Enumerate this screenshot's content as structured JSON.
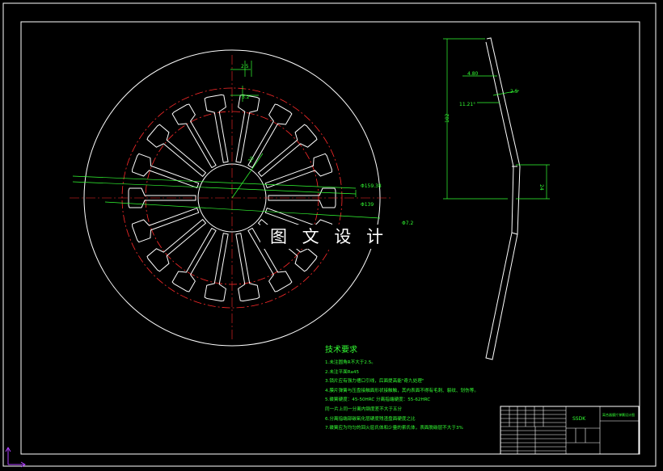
{
  "watermark": "图 文 设 计",
  "dimensions": {
    "d_slot_top": "2.5",
    "d_slot_width": "3.2",
    "d_angle": "30",
    "d_inner_circle": "Φ159.38",
    "d_hub": "Φ139",
    "d_outer": "Φ7.2",
    "s_radial": "4.80",
    "s_thickness": "2.5",
    "s_angle": "11.21°",
    "s_height": "102",
    "s_hub_height": "24"
  },
  "tech_requirements": {
    "heading": "技术要求",
    "items": [
      "1.未注圆角R不大于2.5。",
      "2.未注平面Ra45",
      "3.锁片应有强力槽口引线，后面提高能\"奇九处理\"",
      "4.膜片弹簧与压盘接触面形状接触触，其内表面不得有毛刺、裂纹、划伤等。",
      "5.碟簧硬度：45-50HRC    分离指端硬度：55-62HRC",
      "同一片上同一分离内钢度差不大于五分",
      "6.分离指端部碳氧化层硬度残渣盘面硬度之比",
      "7.碟簧应为均匀的回火屈氏体和少量的索氏体，表面脱碳层不大于3%"
    ]
  },
  "title_block": {
    "drawing_no": "SSDK",
    "part_name": "离合器膜片弹簧设计图"
  }
}
